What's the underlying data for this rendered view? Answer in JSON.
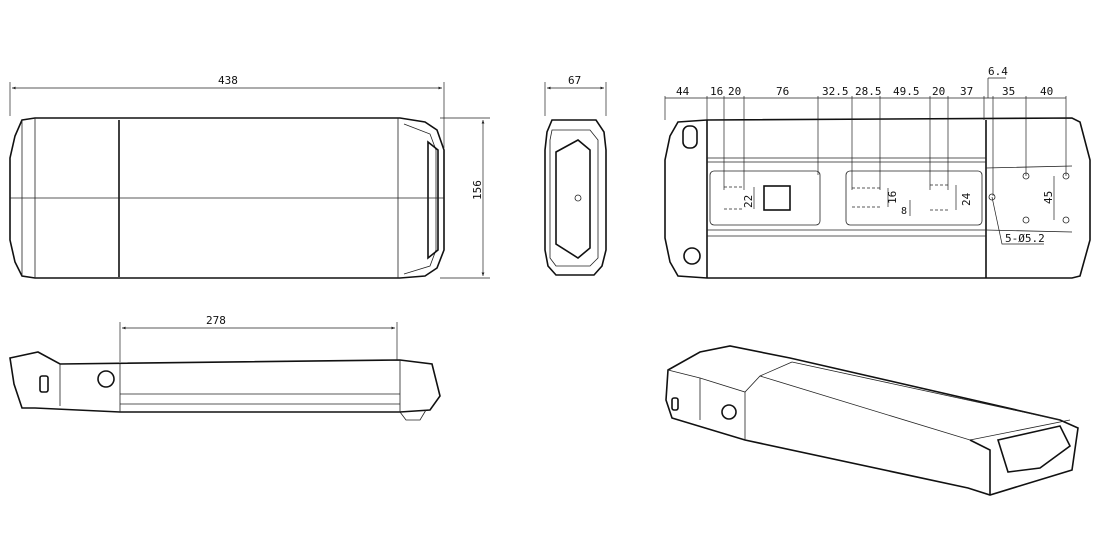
{
  "drawing": {
    "top_view": {
      "length": "438",
      "width": "156"
    },
    "end_view": {
      "width": "67"
    },
    "side_view": {
      "mount_length": "278"
    },
    "bottom_view": {
      "horizontal_dims": [
        "44",
        "16",
        "20",
        "76",
        "32.5",
        "28.5",
        "49.5",
        "20",
        "37",
        "35",
        "40"
      ],
      "offset_dim": "6.4",
      "vertical_dims": [
        "22",
        "16",
        "24",
        "45"
      ],
      "small_dim": "8",
      "hole_callout": "5-Ø5.2"
    }
  }
}
